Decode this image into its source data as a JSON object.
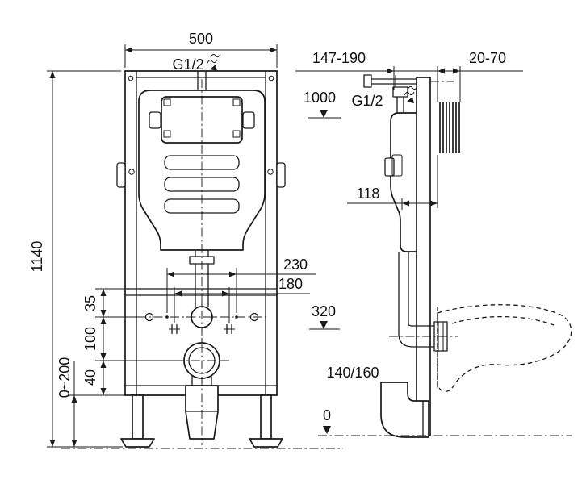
{
  "drawing": {
    "front": {
      "width": "500",
      "inlet": "G1/2",
      "height": "1140",
      "panel_level": "1000",
      "dim_35": "35",
      "dim_230": "230",
      "dim_180": "180",
      "level_320": "320",
      "dim_100": "100",
      "dim_40": "40",
      "leg_range": "0~200"
    },
    "side": {
      "depth_range": "147-190",
      "wall_thickness": "20-70",
      "inlet": "G1/2",
      "dim_118": "118",
      "outlet_sizes": "140/160",
      "floor_level": "0"
    },
    "colors": {
      "line": "#1a1a1a",
      "background": "#ffffff"
    }
  }
}
